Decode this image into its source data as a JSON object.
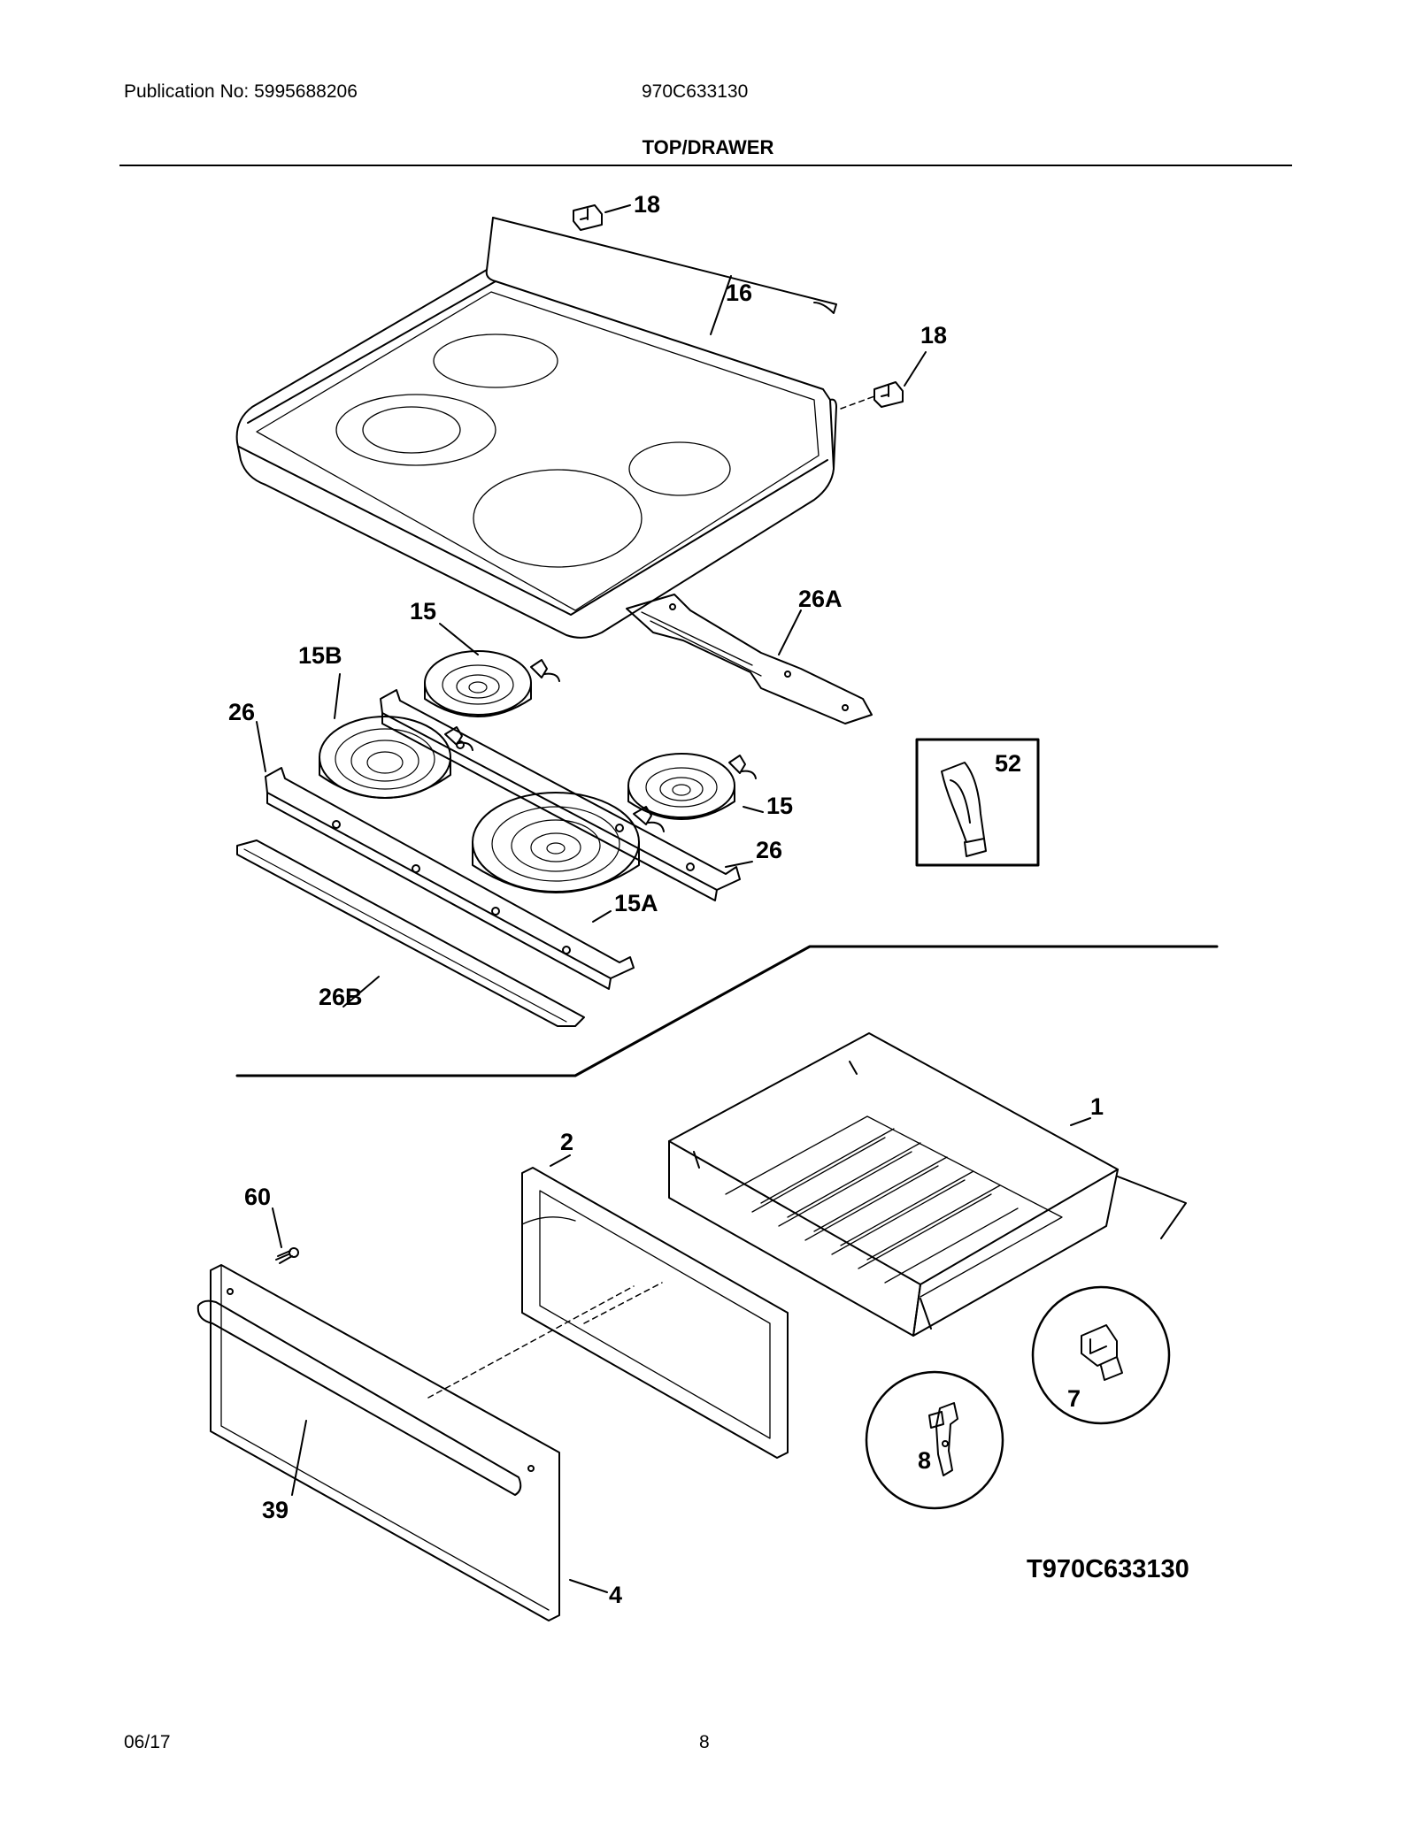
{
  "header": {
    "publication": "Publication No: 5995688206",
    "model": "970C633130",
    "section_title": "TOP/DRAWER"
  },
  "callouts": {
    "c18a": "18",
    "c16": "16",
    "c18b": "18",
    "c15a_top": "15",
    "c26A": "26A",
    "c15B": "15B",
    "c26_left": "26",
    "c52": "52",
    "c15_right": "15",
    "c26_right": "26",
    "c15A": "15A",
    "c26B": "26B",
    "c1": "1",
    "c2": "2",
    "c60": "60",
    "c7": "7",
    "c8": "8",
    "c39": "39",
    "c4": "4"
  },
  "diagram_code": "T970C633130",
  "footer": {
    "date": "06/17",
    "page": "8"
  }
}
